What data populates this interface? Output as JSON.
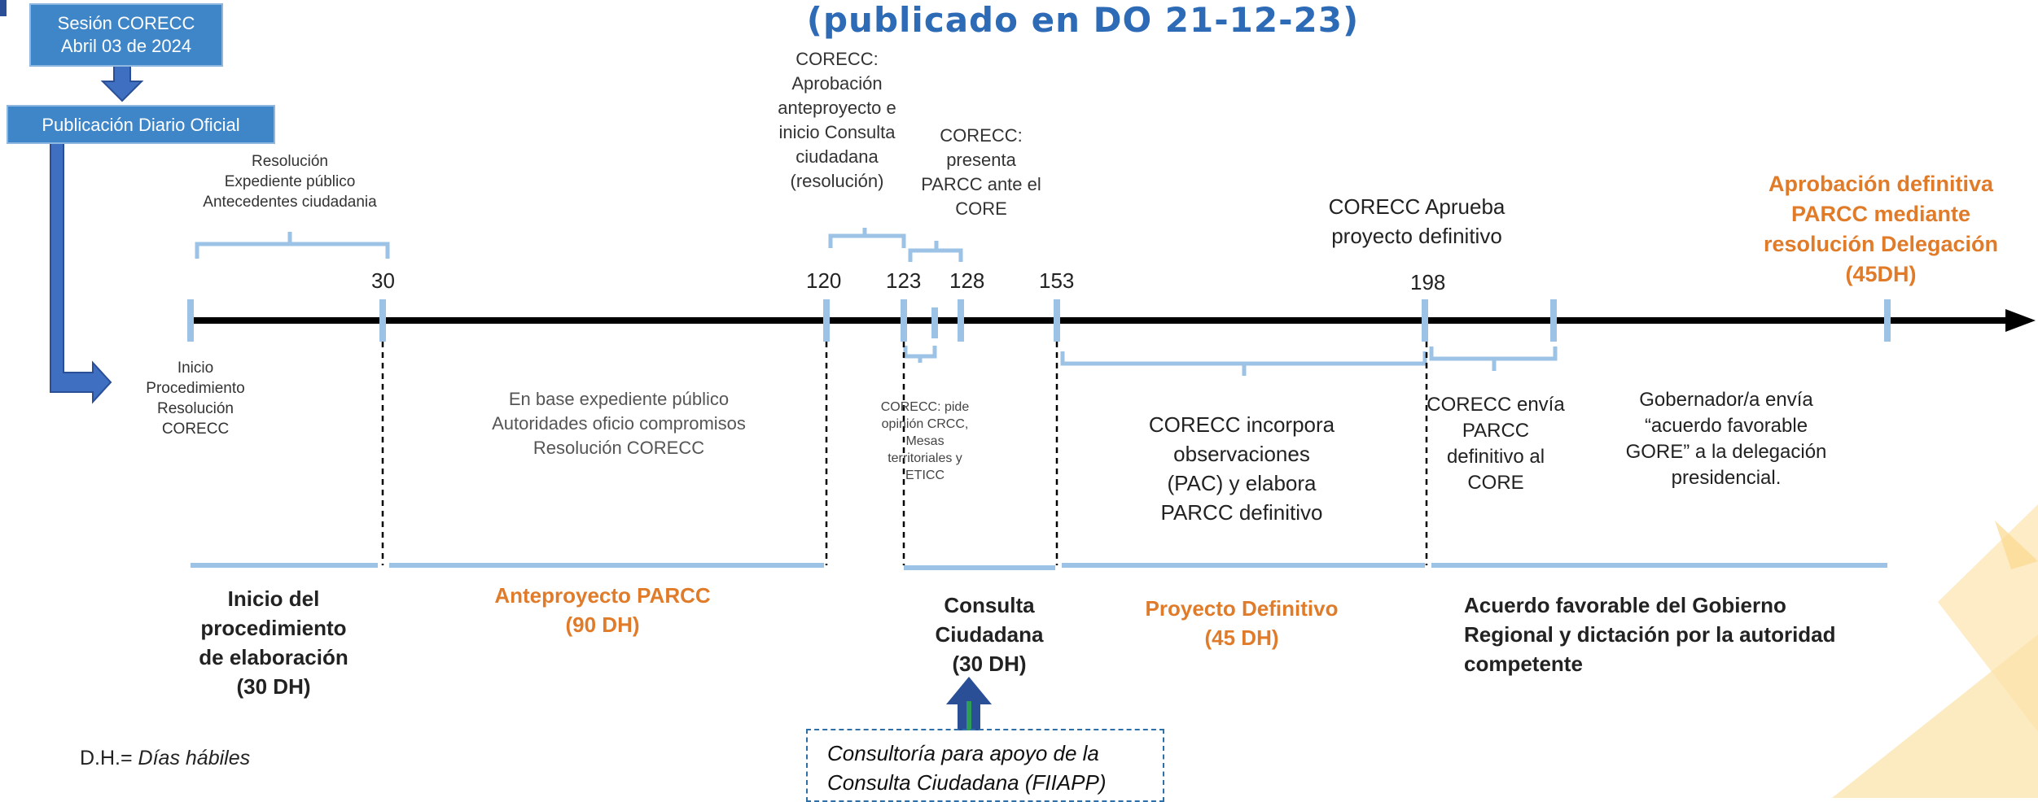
{
  "title": "(publicado en DO 21-12-23)",
  "boxes": {
    "session_line1": "Sesión CORECC",
    "session_line2": "Abril 03 de 2024",
    "publicacion": "Publicación Diario Oficial"
  },
  "top_labels": {
    "resolucion": [
      "Resolución",
      "Expediente público",
      "Antecedentes ciudadania"
    ],
    "aprobacion": [
      "CORECC:",
      "Aprobación",
      "anteproyecto e",
      "inicio Consulta",
      "ciudadana",
      "(resolución)"
    ],
    "presenta": [
      "CORECC:",
      "presenta",
      "PARCC ante el",
      "CORE"
    ],
    "aprueba": [
      "CORECC Aprueba",
      "proyecto definitivo"
    ],
    "definitiva": [
      "Aprobación definitiva",
      "PARCC mediante",
      "resolución Delegación",
      "(45DH)"
    ]
  },
  "ticks": [
    "30",
    "120",
    "123",
    "128",
    "153",
    "198"
  ],
  "mid_labels": {
    "inicio": [
      "Inicio",
      "Procedimiento",
      "Resolución",
      "CORECC"
    ],
    "base": [
      "En base expediente público",
      "Autoridades oficio compromisos",
      "Resolución CORECC"
    ],
    "opinion": [
      "CORECC: pide",
      "opinión CRCC,",
      "Mesas",
      "territoriales y",
      "ETICC"
    ],
    "incorpora": [
      "CORECC incorpora",
      "observaciones",
      "(PAC) y elabora",
      "PARCC definitivo"
    ],
    "envia": [
      "CORECC envía",
      "PARCC",
      "definitivo al",
      "CORE"
    ],
    "gobernador": [
      "Gobernador/a envía",
      "“acuerdo favorable",
      "GORE” a la delegación",
      "presidencial."
    ]
  },
  "phases": {
    "inicio": [
      "Inicio del",
      "procedimiento",
      "de elaboración",
      "(30 DH)"
    ],
    "anteproyecto": [
      "Anteproyecto PARCC",
      "(90 DH)"
    ],
    "consulta": [
      "Consulta",
      "Ciudadana",
      "(30 DH)"
    ],
    "proyecto": [
      "Proyecto Definitivo",
      "(45 DH)"
    ],
    "acuerdo": [
      "Acuerdo favorable del Gobierno",
      "Regional y dictación por la autoridad",
      "competente"
    ]
  },
  "consultoria": [
    "Consultoría para apoyo de la",
    "Consulta Ciudadana (FIIAPP)"
  ],
  "note_prefix": "D.H.= ",
  "note_italic": "Días hábiles",
  "colors": {
    "title": "#2d6bb7",
    "orange": "#e07b2a",
    "tick_blue": "#9cc3e6",
    "box_blue": "#3f86c8"
  }
}
